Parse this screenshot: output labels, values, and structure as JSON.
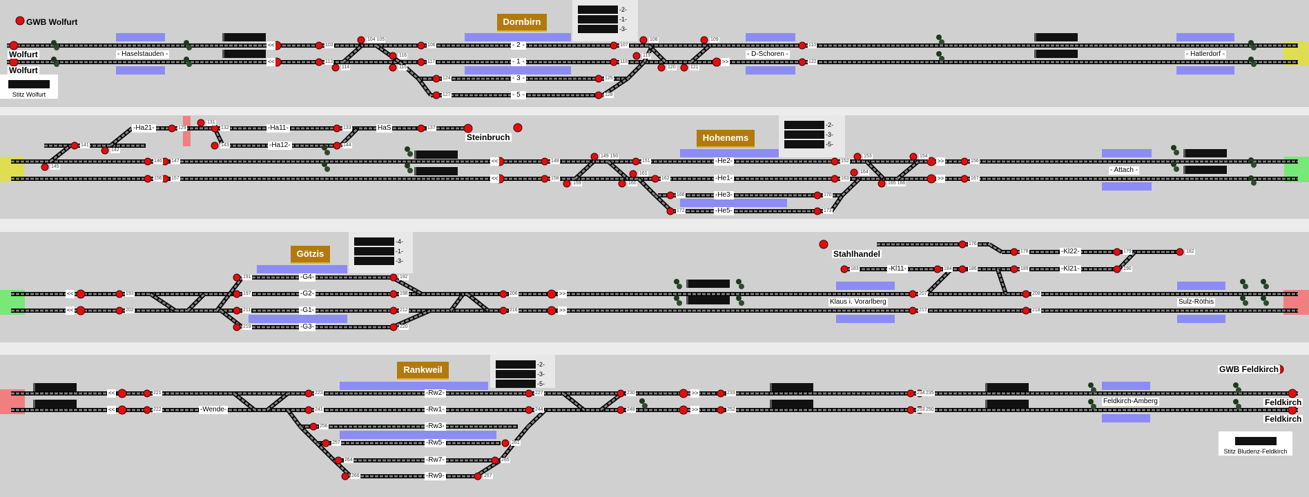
{
  "stations": {
    "dornbirn": "Dornbirn",
    "hohenems": "Hohenems",
    "goetzis": "Götzis",
    "rankweil": "Rankweil"
  },
  "route_displays": {
    "dornbirn": [
      "-2-",
      "-1-",
      "-3-"
    ],
    "hohenems": [
      "-2-",
      "-3-",
      "-5-"
    ],
    "goetzis": [
      "-4-",
      "-1-",
      "-3-"
    ],
    "rankweil": [
      "-2-",
      "-3-",
      "-5-"
    ]
  },
  "labels": {
    "gwb_wolfurt": "GWB Wolfurt",
    "wolfurt_1": "Wolfurt",
    "wolfurt_2": "Wolfurt",
    "stitz_wolfurt": "Stitz Wolfurt",
    "haselstauden": "- Haselstauden -",
    "d_track2": "- 2 -",
    "d_track1": "- 1 -",
    "d_track3": "- 3 -",
    "d_track5": "- 5 -",
    "d_schoren": "- D-Schoren -",
    "hatlerdorf": "- Hatlerdorf -",
    "ha21": "-Ha21-",
    "ha11": "-Ha11-",
    "ha12": "-Ha12-",
    "has": "HaS",
    "steinbruch": "Steinbruch",
    "he2": "-He2-",
    "he1": "-He1-",
    "he3": "-He3-",
    "he5": "-He5-",
    "attach": "- Attach -",
    "g4": "-G4-",
    "g2": "-G2-",
    "g1": "-G1-",
    "g3": "-G3-",
    "stahlhandel": "Stahlhandel",
    "kl22": "-Kl22-",
    "kl21": "-Kl21-",
    "kl11": "-Kl11-",
    "klaus": "Klaus i. Vorarlberg",
    "sulz": "Sulz-Röthis",
    "rw2": "-Rw2-",
    "rw1": "-Rw1-",
    "rw3": "-Rw3-",
    "rw5": "-Rw5-",
    "rw7": "-Rw7-",
    "rw9": "-Rw9-",
    "wende": "-Wende-",
    "feldkirch_amberg": "Feldkirch-Amberg",
    "gwb_feldkirch": "GWB Feldkirch",
    "feldkirch_1": "Feldkirch",
    "feldkirch_2": "Feldkirch",
    "stitz_feldkirch": "Stitz Bludenz-Feldkirch",
    "arrow_left": "<<",
    "arrow_right": ">>"
  },
  "signals": {
    "p1": [
      "103",
      "113",
      "104 105",
      "106",
      "117",
      "116",
      "114",
      "115",
      "124",
      "127",
      "107",
      "118",
      "125",
      "128",
      "108",
      "119",
      "120",
      "121",
      "109",
      "110",
      "122"
    ],
    "p2": [
      "129",
      "131",
      "132",
      "133",
      "137",
      "143",
      "144",
      "141",
      "142",
      "145",
      "146",
      "147",
      "156",
      "157",
      "148",
      "158",
      "149 150",
      "151",
      "159",
      "160",
      "161",
      "162",
      "166",
      "172",
      "152",
      "163",
      "170",
      "173",
      "153",
      "154",
      "164",
      "165 166",
      "156",
      "167"
    ],
    "p3": [
      "193",
      "202",
      "191",
      "197",
      "211",
      "219",
      "192",
      "198",
      "212",
      "220",
      "206",
      "216",
      "207",
      "217",
      "208",
      "218",
      "176",
      "182",
      "183",
      "184",
      "186",
      "189",
      "190",
      "178",
      "179"
    ],
    "p4": [
      "221",
      "222",
      "223",
      "241",
      "227",
      "244",
      "230",
      "248",
      "233",
      "252",
      "234",
      "253",
      "256",
      "257",
      "261",
      "264",
      "265",
      "266",
      "267",
      "235",
      "250"
    ]
  },
  "colors": {
    "panel": "#d0d0d0",
    "platform": "#8c8cf5",
    "signal_red": "#e01010",
    "end_yellow": "#dede50",
    "end_green": "#78e878",
    "end_red": "#f08080",
    "station_label": "#b27a0e"
  }
}
